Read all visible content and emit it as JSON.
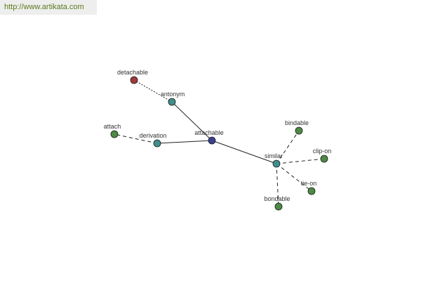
{
  "banner": {
    "url": "http://www.artikata.com"
  },
  "colors": {
    "center": "#3b3f8f",
    "antonym": "#a03a3a",
    "relation": "#3f8f8c",
    "leaf": "#4d8a45",
    "edge": "#222222",
    "label": "#333333"
  },
  "graph": {
    "nodes": [
      {
        "id": "attachable",
        "label": "attachable",
        "kind": "center"
      },
      {
        "id": "antonym",
        "label": "antonym",
        "kind": "relation"
      },
      {
        "id": "detachable",
        "label": "detachable",
        "kind": "antonym"
      },
      {
        "id": "derivation",
        "label": "derivation",
        "kind": "relation"
      },
      {
        "id": "attach",
        "label": "attach",
        "kind": "leaf"
      },
      {
        "id": "similar",
        "label": "similar",
        "kind": "relation"
      },
      {
        "id": "bindable",
        "label": "bindable",
        "kind": "leaf"
      },
      {
        "id": "clip-on",
        "label": "clip-on",
        "kind": "leaf"
      },
      {
        "id": "tie-on",
        "label": "tie-on",
        "kind": "leaf"
      },
      {
        "id": "bondable",
        "label": "bondable",
        "kind": "leaf"
      }
    ],
    "edges": [
      {
        "from": "attachable",
        "to": "antonym",
        "style": "solid"
      },
      {
        "from": "antonym",
        "to": "detachable",
        "style": "dotted"
      },
      {
        "from": "attachable",
        "to": "derivation",
        "style": "solid"
      },
      {
        "from": "derivation",
        "to": "attach",
        "style": "dashed"
      },
      {
        "from": "attachable",
        "to": "similar",
        "style": "solid"
      },
      {
        "from": "similar",
        "to": "bindable",
        "style": "dashed"
      },
      {
        "from": "similar",
        "to": "clip-on",
        "style": "dashed"
      },
      {
        "from": "similar",
        "to": "tie-on",
        "style": "dashed"
      },
      {
        "from": "similar",
        "to": "bondable",
        "style": "dashed"
      }
    ]
  }
}
